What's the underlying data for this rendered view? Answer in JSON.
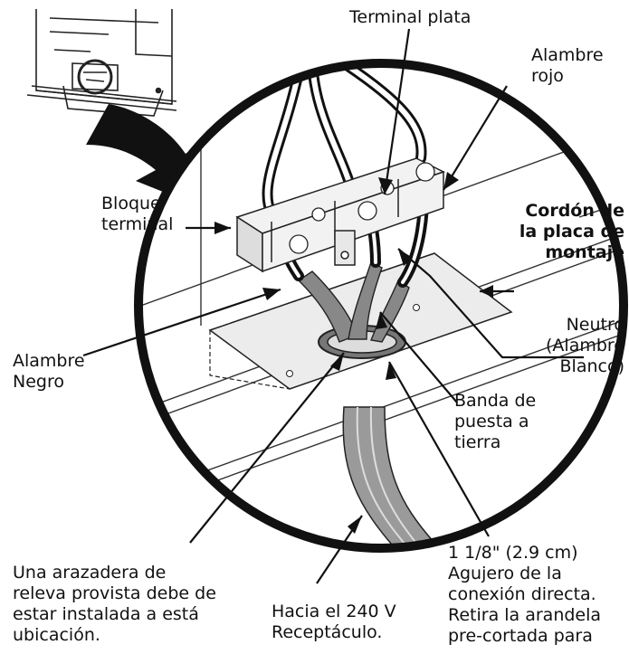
{
  "labels": {
    "terminal_plata": "Terminal plata",
    "alambre_rojo": "Alambre\nrojo",
    "bloque_terminal": "Bloque\nterminal",
    "cordon": "Cordón de\nla placa de\nmontaje",
    "neutro": "Neutro\n(Alambre\nBlanco)",
    "alambre_negro": "Alambre\nNegro",
    "banda": "Banda de\npuesta a\ntierra",
    "arazadera": "Una arazadera de\nreleva provista debe de\nestar instalada a está\nubicación.",
    "hacia": "Hacia el 240 V\nReceptáculo.",
    "agujero": "1 1/8\" (2.9 cm)\nAgujero de la\nconexión directa.\nRetira la arandela\npre-cortada para"
  }
}
